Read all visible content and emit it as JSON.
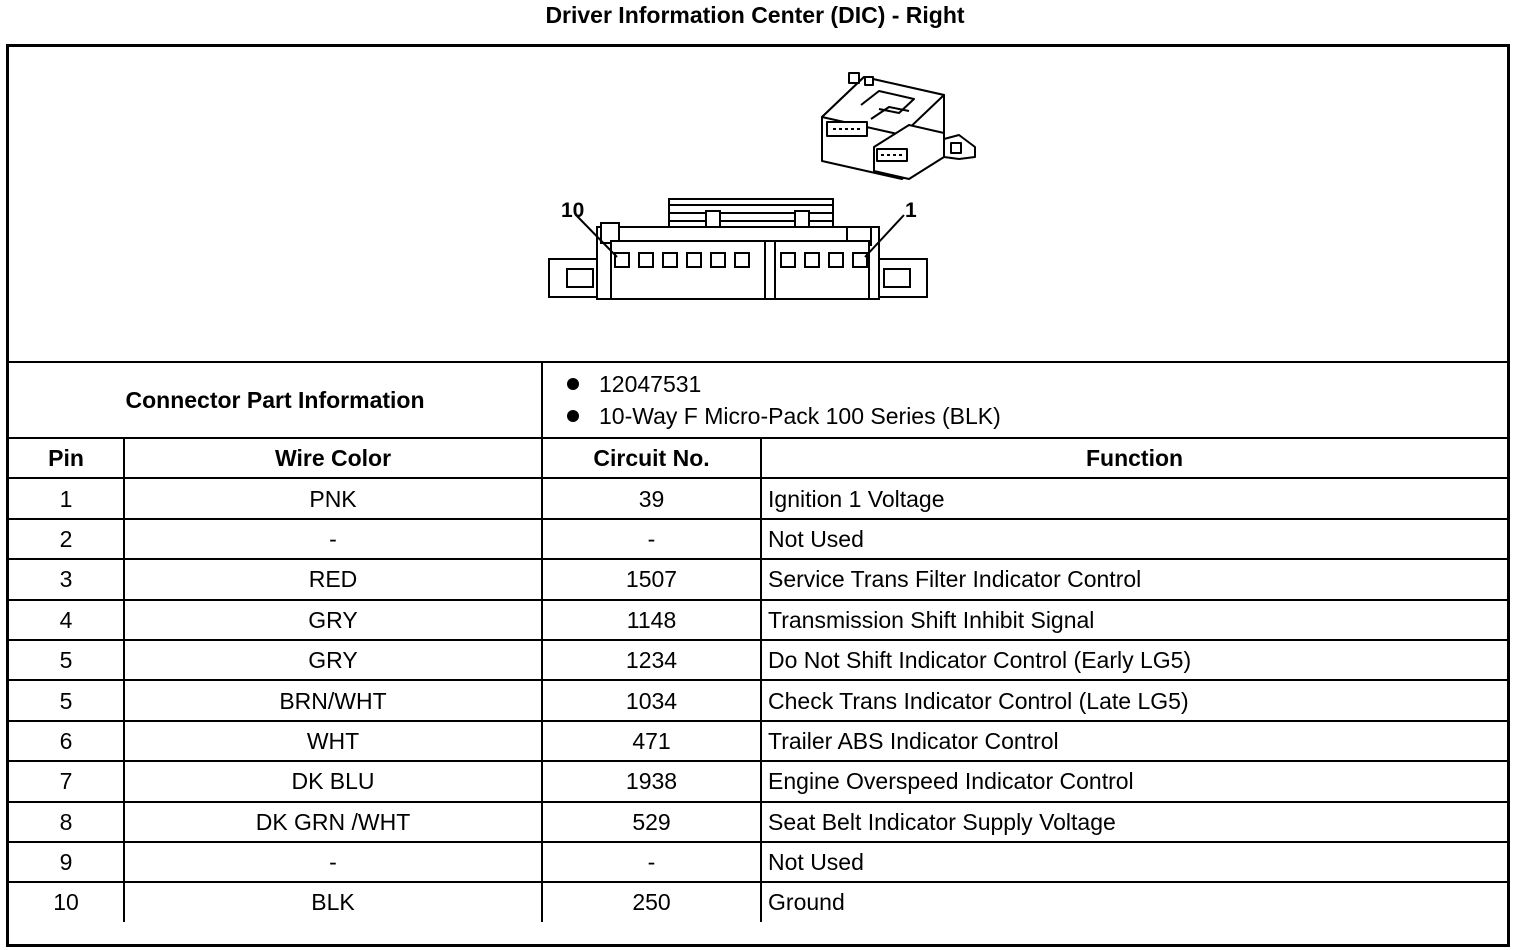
{
  "title": "Driver Information Center (DIC) - Right",
  "diagram": {
    "pin_label_left": "10",
    "pin_label_right": "1"
  },
  "connector_info": {
    "label": "Connector Part Information",
    "values": [
      "12047531",
      "10-Way F Micro-Pack 100 Series (BLK)"
    ]
  },
  "columns": [
    "Pin",
    "Wire Color",
    "Circuit No.",
    "Function"
  ],
  "rows": [
    {
      "pin": "1",
      "wire_color": "PNK",
      "circuit": "39",
      "function": "Ignition 1 Voltage"
    },
    {
      "pin": "2",
      "wire_color": "-",
      "circuit": "-",
      "function": "Not Used"
    },
    {
      "pin": "3",
      "wire_color": "RED",
      "circuit": "1507",
      "function": "Service Trans Filter Indicator Control"
    },
    {
      "pin": "4",
      "wire_color": "GRY",
      "circuit": "1148",
      "function": "Transmission Shift Inhibit Signal"
    },
    {
      "pin": "5",
      "wire_color": "GRY",
      "circuit": "1234",
      "function": "Do Not Shift Indicator Control (Early LG5)"
    },
    {
      "pin": "5",
      "wire_color": "BRN/WHT",
      "circuit": "1034",
      "function": "Check Trans Indicator Control (Late LG5)"
    },
    {
      "pin": "6",
      "wire_color": "WHT",
      "circuit": "471",
      "function": "Trailer ABS Indicator Control"
    },
    {
      "pin": "7",
      "wire_color": "DK BLU",
      "circuit": "1938",
      "function": "Engine Overspeed Indicator Control"
    },
    {
      "pin": "8",
      "wire_color": "DK GRN /WHT",
      "circuit": "529",
      "function": "Seat Belt Indicator Supply Voltage"
    },
    {
      "pin": "9",
      "wire_color": "-",
      "circuit": "-",
      "function": "Not Used"
    },
    {
      "pin": "10",
      "wire_color": "BLK",
      "circuit": "250",
      "function": "Ground"
    }
  ]
}
